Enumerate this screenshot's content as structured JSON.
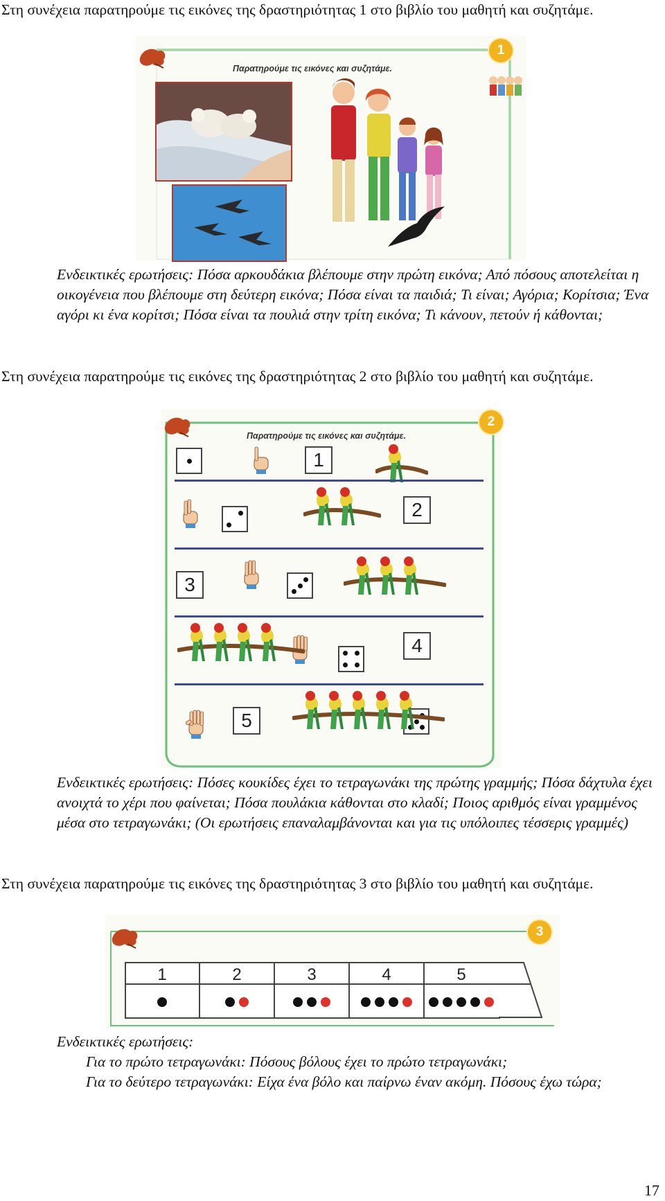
{
  "paragraphs": {
    "intro1": "Στη συνέχεια παρατηρούμε τις εικόνες της δραστηριότητας 1 στο βιβλίο του μαθητή και συζητάμε.",
    "q1": "Ενδεικτικές ερωτήσεις: Πόσα αρκουδάκια βλέπουμε στην πρώτη εικόνα; Από πόσους αποτελείται η οικογένεια που βλέπουμε στη δεύτερη εικόνα; Πόσα είναι τα παιδιά; Τι είναι; Αγόρια; Κορίτσια; Ένα αγόρι κι ένα κορίτσι;  Πόσα είναι τα πουλιά στην τρίτη εικόνα; Τι κάνουν, πετούν ή κάθονται;",
    "intro2": "Στη συνέχεια παρατηρούμε τις εικόνες της δραστηριότητας 2 στο βιβλίο του μαθητή και συζητάμε.",
    "q2": "Ενδεικτικές ερωτήσεις: Πόσες κουκίδες έχει το τετραγωνάκι της πρώτης γραμμής; Πόσα δάχτυλα έχει ανοιχτά το χέρι που φαίνεται; Πόσα πουλάκια κάθονται στο κλαδί; Ποιος αριθμός είναι γραμμένος μέσα στο τετραγωνάκι; (Οι ερωτήσεις επαναλαμβάνονται και για τις υπόλοιπες τέσσερις γραμμές)",
    "intro3": "Στη συνέχεια παρατηρούμε τις εικόνες της δραστηριότητας 3 στο βιβλίο του μαθητή και συζητάμε.",
    "q3_label": "Ενδεικτικές ερωτήσεις:",
    "q3_a": "Για το πρώτο τετραγωνάκι: Πόσους βόλους έχει το πρώτο τετραγωνάκι;",
    "q3_b": "Για το δεύτερο τετραγωνάκι: Είχα ένα βόλο και παίρνω έναν ακόμη. Πόσους έχω τώρα;"
  },
  "activities": [
    {
      "badge": "1",
      "title": "Παρατηρούμε τις εικόνες και συζητάμε."
    },
    {
      "badge": "2",
      "title": "Παρατηρούμε τις εικόνες και συζητάμε.",
      "rows": [
        {
          "number": "1",
          "dice": 1,
          "fingers": 1,
          "birds": 1
        },
        {
          "number": "2",
          "dice": 2,
          "fingers": 2,
          "birds": 2
        },
        {
          "number": "3",
          "dice": 3,
          "fingers": 3,
          "birds": 3
        },
        {
          "number": "4",
          "dice": 4,
          "fingers": 4,
          "birds": 4
        },
        {
          "number": "5",
          "dice": 5,
          "fingers": 5,
          "birds": 5
        }
      ]
    },
    {
      "badge": "3",
      "cells": [
        {
          "number": "1",
          "black": 1,
          "red": 0
        },
        {
          "number": "2",
          "black": 1,
          "red": 1
        },
        {
          "number": "3",
          "black": 2,
          "red": 1
        },
        {
          "number": "4",
          "black": 3,
          "red": 1
        },
        {
          "number": "5",
          "black": 4,
          "red": 1
        }
      ]
    }
  ],
  "page_number": "17",
  "colors": {
    "badge": "#f1b41c",
    "frame": "#6cc07a",
    "line": "#3f4b8a",
    "red_ball": "#e0302a"
  }
}
